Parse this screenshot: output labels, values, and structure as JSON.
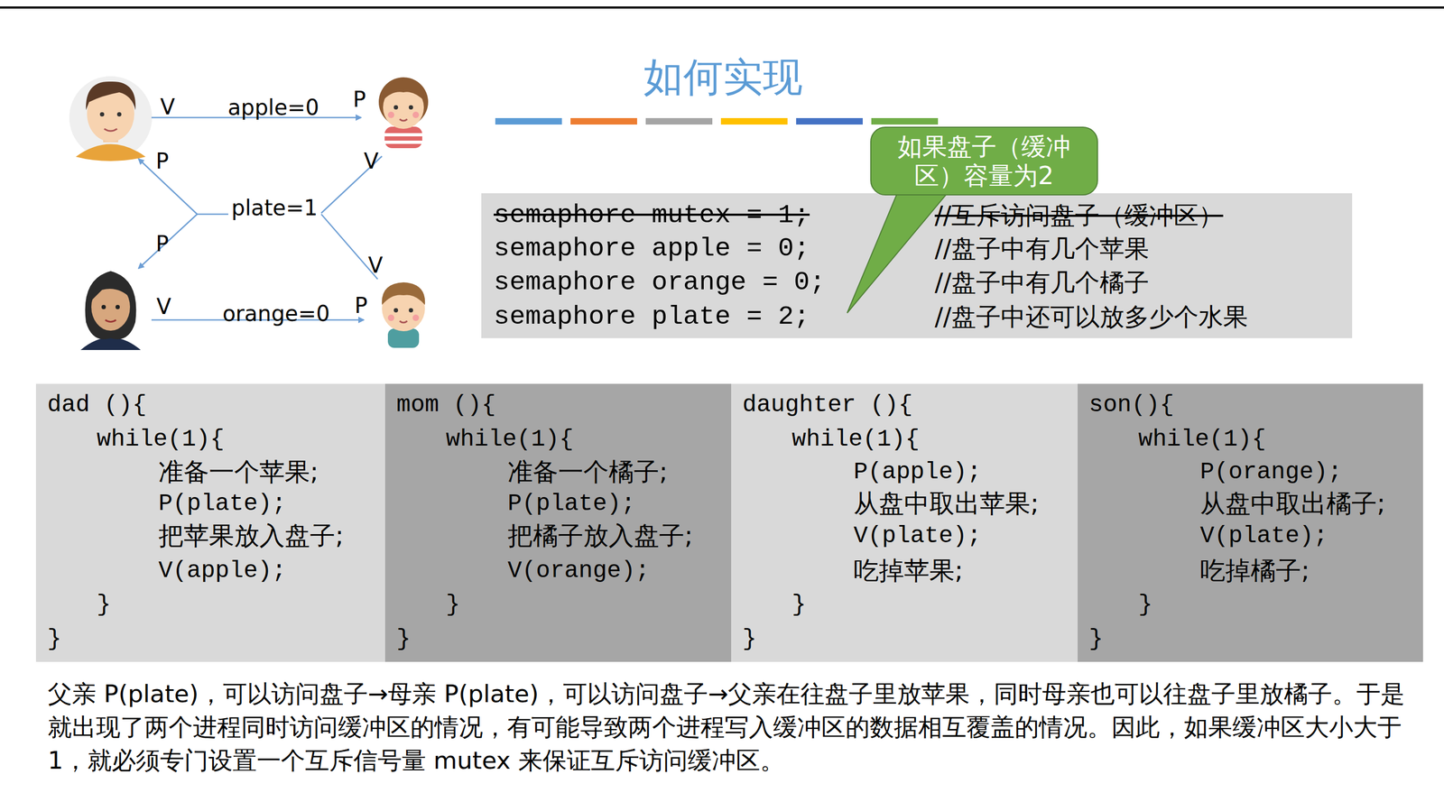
{
  "diagram": {
    "title": "如何实现",
    "caption": "父亲 P(plate)，可以访问盘子→母亲 P(plate)，可以访问盘子→父亲在往盘子里放苹果，同时母亲也可以往盘子里放橘子。于是就出现了两个进程同时访问缓冲区的情况，有可能导致两个进程写入缓冲区的数据相互覆盖的情况。因此，如果缓冲区大小大于1，就必须专门设置一个互斥信号量 mutex 来保证互斥访问缓冲区。",
    "nodes": [
      {
        "text": [
          "如果盘子（缓冲区）容量为2"
        ]
      },
      {
        "text": [
          "semaphore mutex = 1;",
          "//互斥访问盘子（缓冲区）",
          "semaphore apple = 0;",
          "//盘子中有几个苹果",
          "semaphore orange = 0;",
          "//盘子中有几个橘子",
          "semaphore plate = 2;",
          "//盘子中还可以放多少个水果"
        ]
      },
      {
        "text": [
          "dad (){",
          "while(1){",
          "准备一个苹果;",
          "P(plate);",
          "把苹果放入盘子;",
          "V(apple);",
          "}",
          "}"
        ]
      },
      {
        "text": [
          "mom (){",
          "while(1){",
          "准备一个橘子;",
          "P(plate);",
          "把橘子放入盘子;",
          "V(orange);",
          "}",
          "}"
        ]
      },
      {
        "text": [
          "daughter (){",
          "while(1){",
          "P(apple);",
          "从盘中取出苹果;",
          "V(plate);",
          "吃掉苹果;",
          "}",
          "}"
        ]
      },
      {
        "text": [
          "son(){",
          "while(1){",
          "P(orange);",
          "从盘中取出橘子;",
          "V(plate);",
          "吃掉橘子;",
          "}",
          "}"
        ]
      }
    ],
    "labels": [
      "V",
      "apple=0",
      "P",
      "P",
      "V",
      "plate=1",
      "P",
      "V",
      "V",
      "orange=0",
      "P"
    ]
  }
}
